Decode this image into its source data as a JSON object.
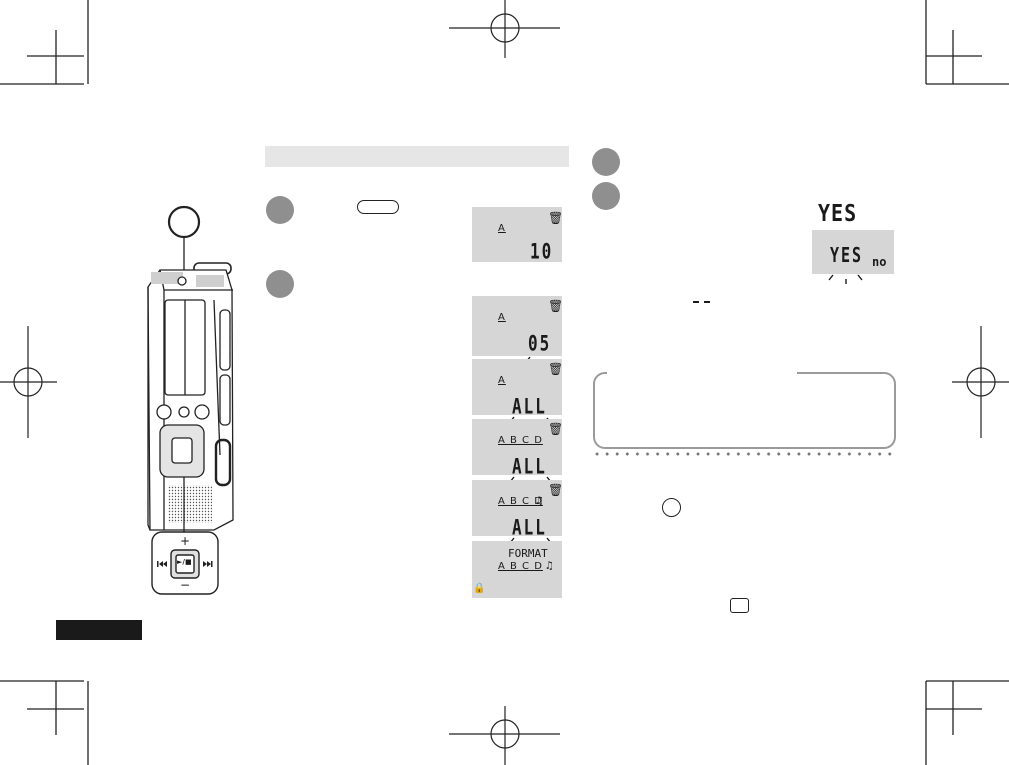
{
  "page_tab_color": "#1a1a1a",
  "section_bar_color": "#e6e6e6",
  "lcd_color": "#d6d6d6",
  "step_color": "#8f8f8f",
  "icons": {
    "trash": "trash-icon",
    "music": "music-note-icon",
    "lock": "lock-icon",
    "play_pause": "play-pause-icon",
    "skip_back": "skip-back-icon",
    "skip_forward": "skip-forward-icon"
  },
  "device": {
    "plus_label": "+",
    "minus_label": "−",
    "play_label": "►/■"
  },
  "displays": [
    {
      "folders": "A",
      "value": "10"
    },
    {
      "folders": "A",
      "value": "05"
    },
    {
      "folders": "A",
      "value": "ALL"
    },
    {
      "folders": "A B C D",
      "value": "ALL"
    },
    {
      "folders": "A B C D",
      "value": "ALL"
    },
    {
      "title": "FORMAT",
      "folders": "A B C D"
    }
  ],
  "confirm": {
    "heading": "YES",
    "yes": "YES",
    "no": "no"
  }
}
